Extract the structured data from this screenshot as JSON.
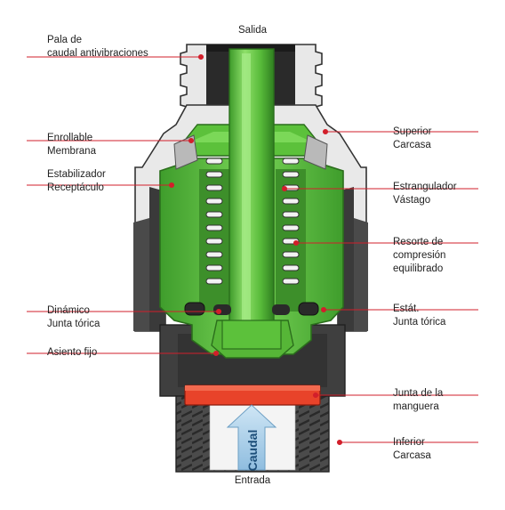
{
  "diagram": {
    "top_label": "Salida",
    "bottom_label": "Entrada",
    "arrow_label": "Caudal",
    "colors": {
      "leader": "#d21f2b",
      "green": "#6fd04a",
      "green_dark": "#2f8a1f",
      "red_gasket": "#e8432a",
      "body_dark": "#3a3a3a",
      "body_mid": "#4d4d4d",
      "light_gray": "#e6e6e6",
      "arrow_blue": "#a9cde6"
    },
    "left_labels": [
      {
        "id": "pala",
        "lines": [
          "Pala de",
          "caudal antivibraciones"
        ]
      },
      {
        "id": "enrollable",
        "lines": [
          "Enrollable",
          "Membrana"
        ]
      },
      {
        "id": "estabilizador",
        "lines": [
          "Estabilizador",
          "Receptáculo"
        ]
      },
      {
        "id": "dinamico",
        "lines": [
          "Dinámico",
          "Junta tórica"
        ]
      },
      {
        "id": "asiento",
        "lines": [
          "Asiento fijo"
        ]
      }
    ],
    "right_labels": [
      {
        "id": "superior",
        "lines": [
          "Superior",
          "Carcasa"
        ]
      },
      {
        "id": "estrangulador",
        "lines": [
          "Estrangulador",
          "Vástago"
        ]
      },
      {
        "id": "resorte",
        "lines": [
          "Resorte de",
          "compresión",
          "equilibrado"
        ]
      },
      {
        "id": "estat",
        "lines": [
          "Estát.",
          "Junta tórica"
        ]
      },
      {
        "id": "junta",
        "lines": [
          "Junta de la",
          "manguera"
        ]
      },
      {
        "id": "inferior",
        "lines": [
          "Inferior",
          "Carcasa"
        ]
      }
    ]
  }
}
